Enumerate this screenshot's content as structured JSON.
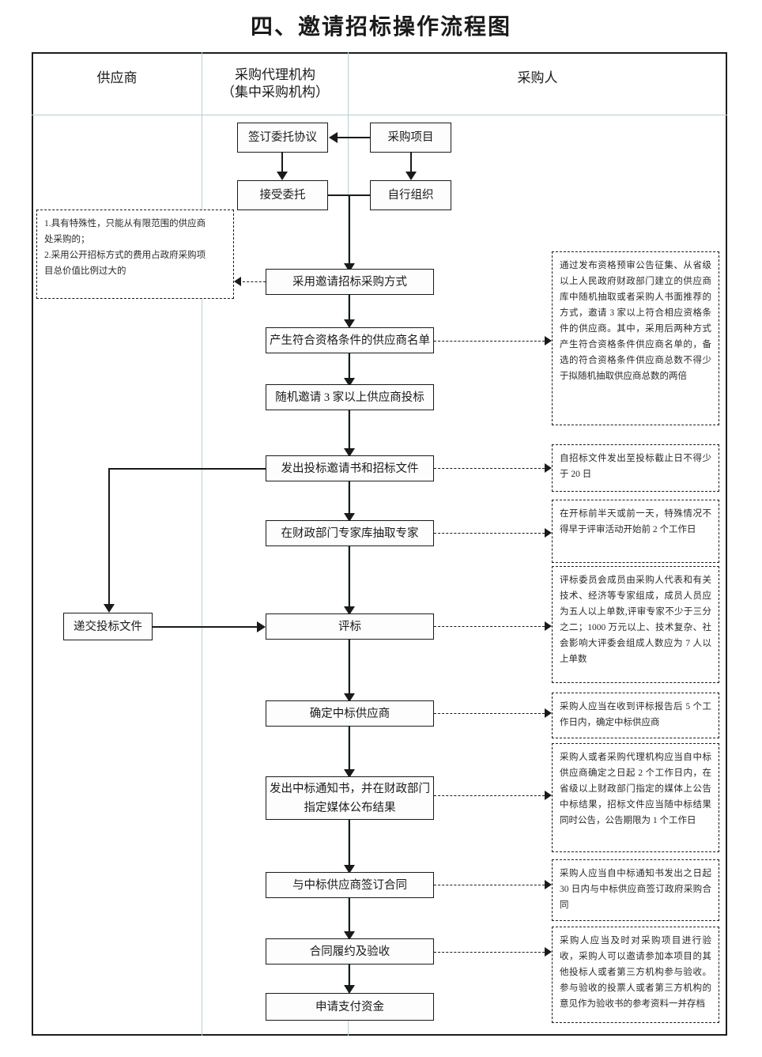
{
  "title": "四、邀请招标操作流程图",
  "lanes": [
    {
      "id": "supplier",
      "label": "供应商"
    },
    {
      "id": "agency",
      "label_line1": "采购代理机构",
      "label_line2": "（集中采购机构）"
    },
    {
      "id": "purchaser",
      "label": "采购人"
    }
  ],
  "nodes": [
    {
      "id": "sign-entrust-agreement",
      "label": "签订委托协议"
    },
    {
      "id": "procurement-project",
      "label": "采购项目"
    },
    {
      "id": "accept-entrust",
      "label": "接受委托"
    },
    {
      "id": "self-organize",
      "label": "自行组织"
    },
    {
      "id": "adopt-invited-bidding",
      "label": "采用邀请招标采购方式"
    },
    {
      "id": "generate-qualified-list",
      "label": "产生符合资格条件的供应商名单"
    },
    {
      "id": "invite-three-suppliers",
      "label": "随机邀请 3 家以上供应商投标"
    },
    {
      "id": "issue-invitation-and-docs",
      "label": "发出投标邀请书和招标文件"
    },
    {
      "id": "draw-experts",
      "label": "在财政部门专家库抽取专家"
    },
    {
      "id": "submit-bid-docs",
      "label": "递交投标文件"
    },
    {
      "id": "bid-evaluation",
      "label": "评标"
    },
    {
      "id": "determine-winner",
      "label": "确定中标供应商"
    },
    {
      "id": "issue-award-notice",
      "label_line1": "发出中标通知书，并在财政部门",
      "label_line2": "指定媒体公布结果"
    },
    {
      "id": "sign-contract",
      "label": "与中标供应商签订合同"
    },
    {
      "id": "contract-performance-acceptance",
      "label": "合同履约及验收"
    },
    {
      "id": "apply-payment",
      "label": "申请支付资金"
    }
  ],
  "notes": [
    {
      "id": "note-invited-bidding-conditions",
      "line1": "1.具有特殊性，只能从有限范围的供应商",
      "line2": "处采购的；",
      "line3": "2.采用公开招标方式的费用占政府采购项",
      "line4": "目总价值比例过大的"
    },
    {
      "id": "note-qualified-supplier-list",
      "text": "通过发布资格预审公告征集、从省级以上人民政府财政部门建立的供应商库中随机抽取或者采购人书面推荐的方式，邀请 3 家以上符合相应资格条件的供应商。其中，采用后两种方式产生符合资格条件供应商名单的，备选的符合资格条件供应商总数不得少于拟随机抽取供应商总数的两倍"
    },
    {
      "id": "note-bid-deadline",
      "text": "自招标文件发出至投标截止日不得少于 20 日"
    },
    {
      "id": "note-expert-draw-time",
      "text": "在开标前半天或前一天，特殊情况不得早于评审活动开始前 2 个工作日"
    },
    {
      "id": "note-evaluation-committee",
      "text": "评标委员会成员由采购人代表和有关技术、经济等专家组成，成员人员应为五人以上单数,评审专家不少于三分之二；1000 万元以上、技术复杂、社会影响大评委会组成人数应为 7 人以上单数"
    },
    {
      "id": "note-determine-winner-days",
      "text": "采购人应当在收到评标报告后 5 个工作日内，确定中标供应商"
    },
    {
      "id": "note-announce-result",
      "text": "采购人或者采购代理机构应当自中标供应商确定之日起 2 个工作日内，在省级以上财政部门指定的媒体上公告中标结果，招标文件应当随中标结果同时公告，公告期限为 1 个工作日"
    },
    {
      "id": "note-contract-30-days",
      "text": "采购人应当自中标通知书发出之日起 30 日内与中标供应商签订政府采购合同"
    },
    {
      "id": "note-acceptance",
      "text": "采购人应当及时对采购项目进行验收，采购人可以邀请参加本项目的其他投标人或者第三方机构参与验收。参与验收的投票人或者第三方机构的意见作为验收书的参考资料一并存档"
    }
  ]
}
